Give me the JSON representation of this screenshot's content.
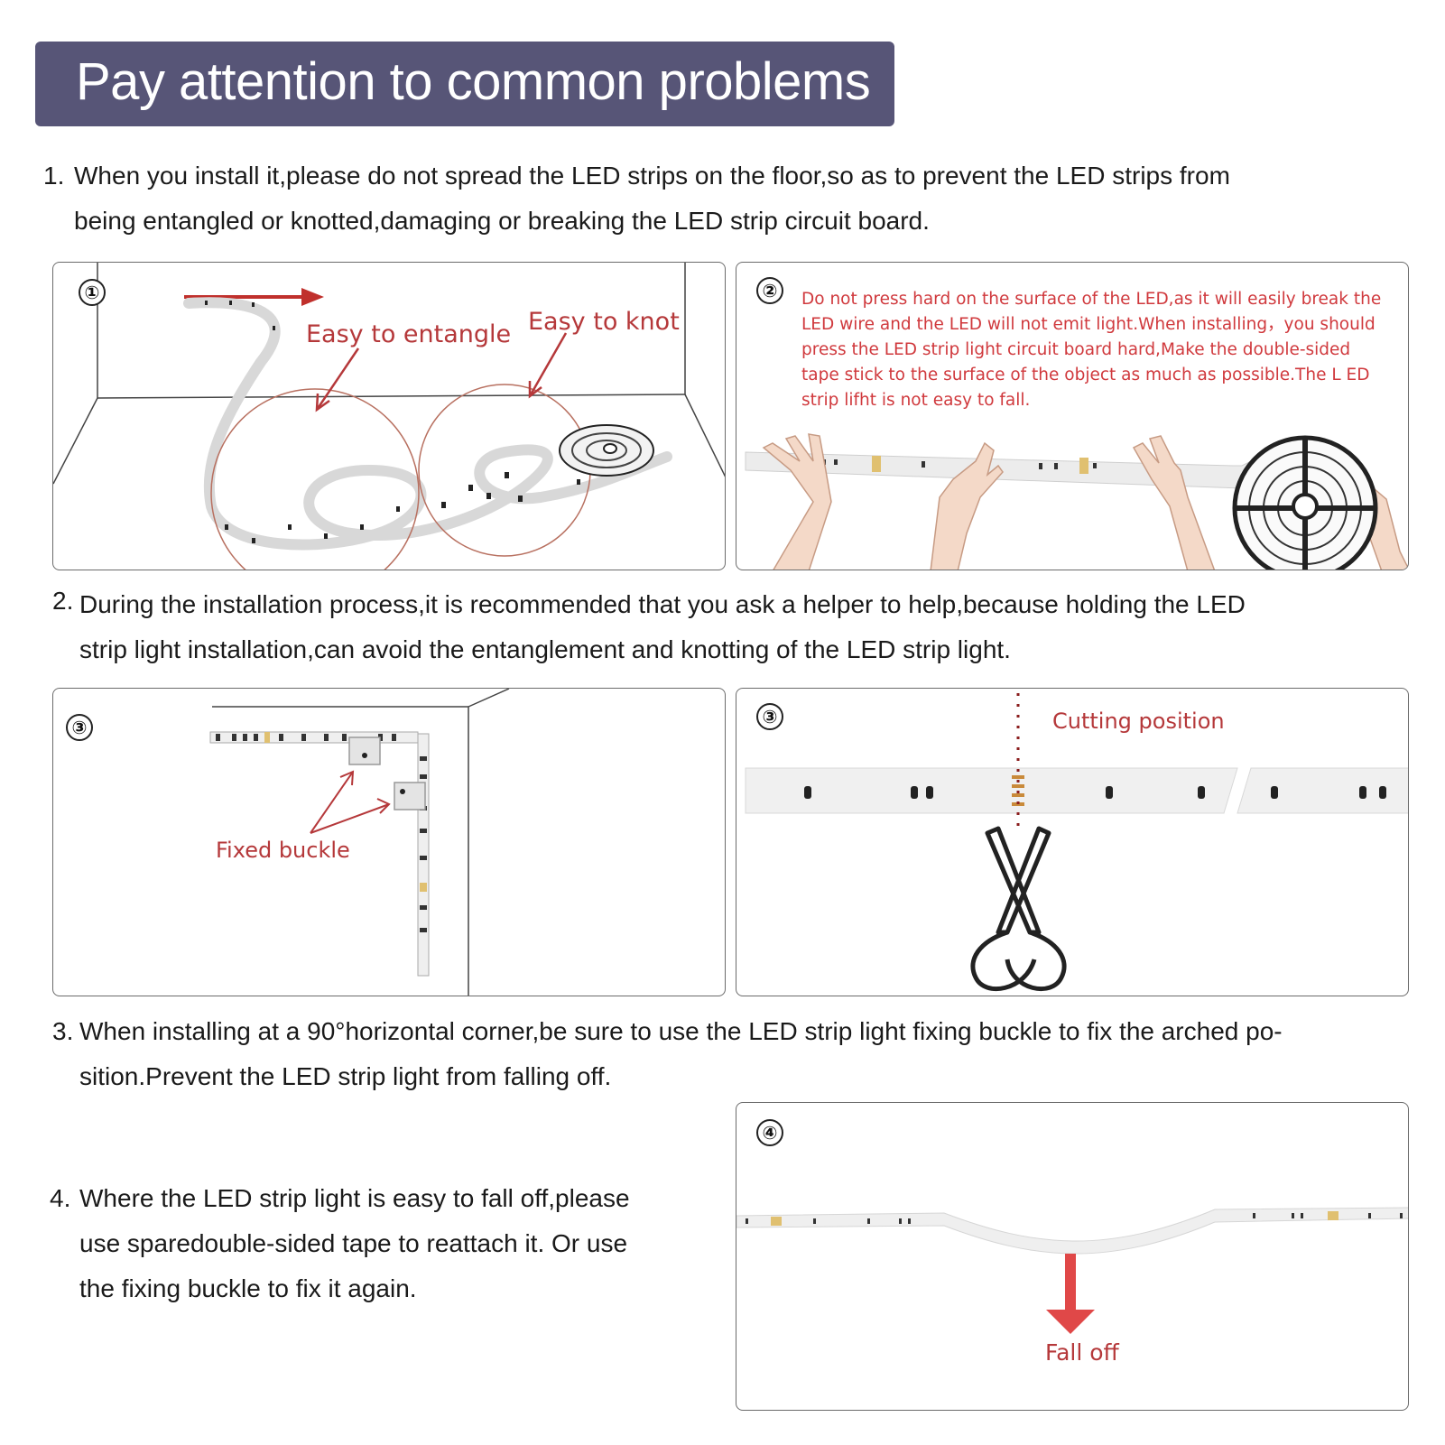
{
  "header": {
    "title": "Pay attention to common problems"
  },
  "steps": [
    {
      "number": "1.",
      "lines": [
        "When you install it,please do not spread the LED strips on the floor,so as to prevent the LED strips from",
        "being entangled or knotted,damaging or breaking the LED strip circuit board."
      ]
    },
    {
      "number": "2.",
      "lines": [
        "During the installation process,it is recommended that you ask a helper to help,because holding the LED",
        "strip light installation,can avoid the entanglement and knotting of the LED strip light."
      ]
    },
    {
      "number": "3.",
      "lines": [
        "When installing at a 90°horizontal corner,be sure to use the LED strip light fixing buckle to fix the arched po-",
        "sition.Prevent the LED strip light from falling off."
      ]
    },
    {
      "number": "4.",
      "lines": [
        "Where the LED strip light is easy to fall off,please",
        "use sparedouble-sided tape to reattach it. Or use",
        "the fixing buckle to fix it again."
      ]
    }
  ],
  "panels": {
    "p1": {
      "badge": "①",
      "label_entangle": "Easy to entangle",
      "label_knot": "Easy to knot"
    },
    "p2": {
      "badge": "②",
      "note": "Do not press hard on the surface of the LED,as it will easily break the LED wire and the LED will not emit light.When installing，you should press the LED strip light circuit board hard,Make the double-sided tape stick to the surface of the object as much as possible.The L ED strip lifht is not easy to fall."
    },
    "p3": {
      "badge": "③",
      "label": "Fixed buckle"
    },
    "p4": {
      "badge": "③",
      "label": "Cutting position"
    },
    "p5": {
      "badge": "④",
      "label": "Fall off"
    }
  },
  "colors": {
    "header_bg": "#575577",
    "accent_red": "#b5383a",
    "note_red": "#d0393d"
  }
}
